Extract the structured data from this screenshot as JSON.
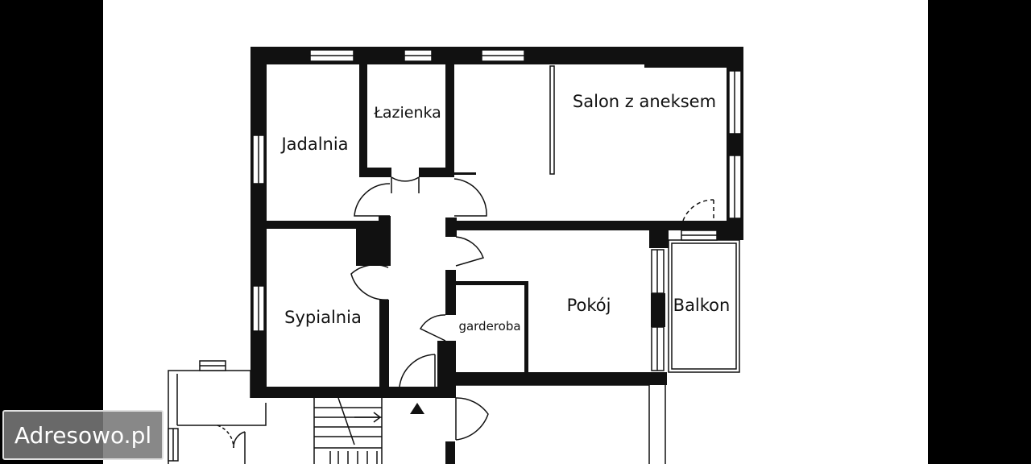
{
  "floor_plan": {
    "rooms": {
      "jadalnia": "Jadalnia",
      "lazienka": "Łazienka",
      "salon": "Salon z aneksem",
      "sypialnia": "Sypialnia",
      "garderoba": "garderoba",
      "pokoj": "Pokój",
      "balkon": "Balkon"
    }
  },
  "watermark": {
    "text": "Adresowo.pl"
  }
}
